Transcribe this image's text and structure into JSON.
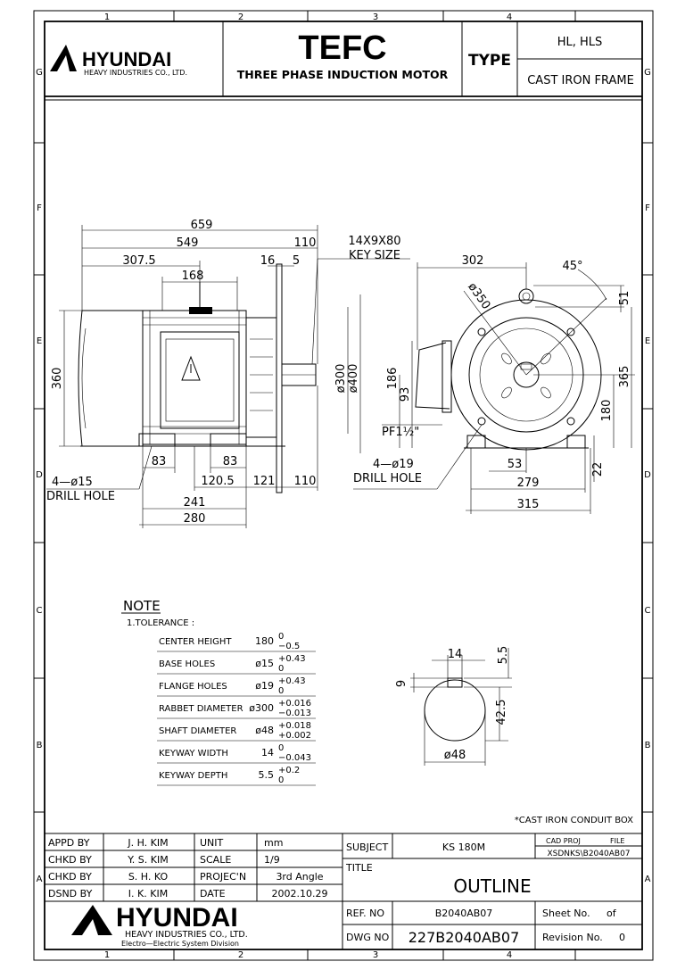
{
  "border": {
    "cols": [
      "1",
      "2",
      "3",
      "4"
    ],
    "rows": [
      "G",
      "F",
      "E",
      "D",
      "C",
      "B",
      "A"
    ]
  },
  "header": {
    "brand": "HYUNDAI",
    "brand_sub": "HEAVY INDUSTRIES CO., LTD.",
    "title": "TEFC",
    "subtitle": "THREE PHASE INDUCTION MOTOR",
    "type_label": "TYPE",
    "type_value": "HL, HLS",
    "frame": "CAST IRON FRAME"
  },
  "side_view": {
    "d659": "659",
    "d549": "549",
    "d3075": "307.5",
    "d110top": "110",
    "d168": "168",
    "d16": "16",
    "d5": "5",
    "key_size_top": "14X9X80",
    "key_size_label": "KEY SIZE",
    "d360": "360",
    "d300": "ø300",
    "d400": "ø400",
    "d83a": "83",
    "d83b": "83",
    "d1205": "120.5",
    "d121": "121",
    "d110bot": "110",
    "d241": "241",
    "d280": "280",
    "drill_top": "4—ø15",
    "drill_label": "DRILL HOLE"
  },
  "end_view": {
    "d302": "302",
    "d45": "45°",
    "d350": "ø350",
    "d51": "51",
    "d365": "365",
    "d186": "186",
    "d93": "93",
    "d180": "180",
    "pf": "PF1½\"",
    "drill_top": "4—ø19",
    "drill_label": "DRILL HOLE",
    "d53": "53",
    "d22": "22",
    "d279": "279",
    "d315": "315"
  },
  "shaft_view": {
    "d14": "14",
    "d55": "5.5",
    "d9": "9",
    "d425": "42.5",
    "d48": "ø48"
  },
  "note": {
    "title": "NOTE",
    "tolerance": "1.TOLERANCE :",
    "rows": [
      {
        "label": "CENTER HEIGHT",
        "value": "180",
        "upper": "0",
        "lower": "−0.5"
      },
      {
        "label": "BASE HOLES",
        "value": "ø15",
        "upper": "+0.43",
        "lower": "0"
      },
      {
        "label": "FLANGE HOLES",
        "value": "ø19",
        "upper": "+0.43",
        "lower": "0"
      },
      {
        "label": "RABBET DIAMETER",
        "value": "ø300",
        "upper": "+0.016",
        "lower": "−0.013"
      },
      {
        "label": "SHAFT DIAMETER",
        "value": "ø48",
        "upper": "+0.018",
        "lower": "+0.002"
      },
      {
        "label": "KEYWAY WIDTH",
        "value": "14",
        "upper": "0",
        "lower": "−0.043"
      },
      {
        "label": "KEYWAY DEPTH",
        "value": "5.5",
        "upper": "+0.2",
        "lower": "0"
      }
    ]
  },
  "conduit_note": "*CAST IRON CONDUIT BOX",
  "title_block": {
    "appd_l": "APPD BY",
    "appd_v": "J. H. KIM",
    "chkd1_l": "CHKD BY",
    "chkd1_v": "Y. S. KIM",
    "chkd2_l": "CHKD BY",
    "chkd2_v": "S. H. KO",
    "dsnd_l": "DSND BY",
    "dsnd_v": "I. K. KIM",
    "unit_l": "UNIT",
    "unit_v": "mm",
    "scale_l": "SCALE",
    "scale_v": "1/9",
    "proj_l": "PROJEC'N",
    "proj_v": "3rd Angle",
    "date_l": "DATE",
    "date_v": "2002.10.29",
    "subject_l": "SUBJECT",
    "subject_v": "KS 180M",
    "cad_proj": "CAD PROJ",
    "file": "FILE",
    "cad_value": "XSDNKS\\B2040AB07",
    "title_l": "TITLE",
    "title_v": "OUTLINE",
    "ref_l": "REF. NO",
    "ref_v": "B2040AB07",
    "sheet_l": "Sheet No.",
    "sheet_of": "of",
    "dwg_l": "DWG NO",
    "dwg_v": "227B2040AB07",
    "rev_l": "Revision No.",
    "rev_v": "0",
    "brand": "HYUNDAI",
    "brand_sub1": "HEAVY INDUSTRIES CO., LTD.",
    "brand_sub2": "Electro—Electric System Division"
  }
}
